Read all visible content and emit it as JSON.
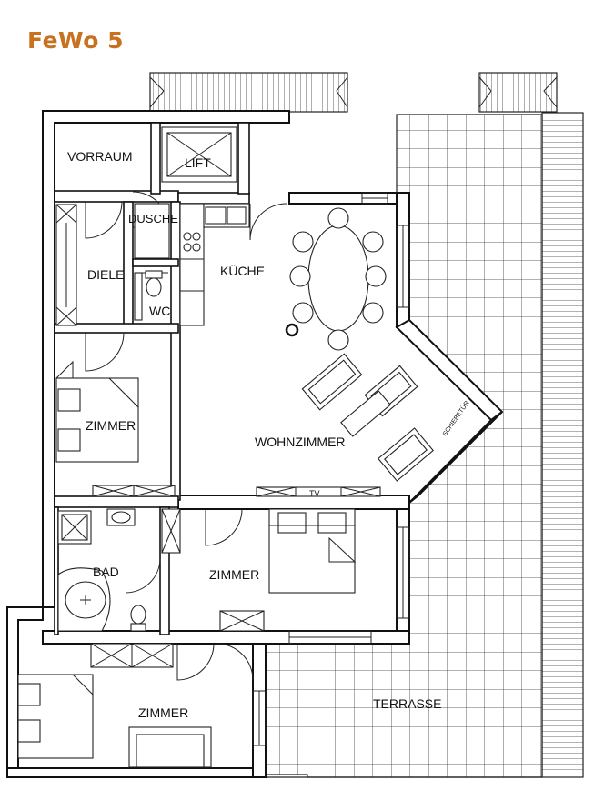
{
  "header": {
    "title": "FeWo 5",
    "title_color": "#c8711f"
  },
  "rooms": {
    "vorraum": "VORRAUM",
    "lift": "LIFT",
    "dusche": "DUSCHE",
    "diele": "DIELE",
    "wc": "WC",
    "kueche": "KÜCHE",
    "zimmer_1": "ZIMMER",
    "wohnzimmer": "WOHNZIMMER",
    "tv": "TV",
    "schiebetuer": "SCHIEBETÜR",
    "bad": "BAD",
    "zimmer_2": "ZIMMER",
    "zimmer_3": "ZIMMER",
    "terrasse": "TERRASSE"
  },
  "colors": {
    "wall": "#111111",
    "background": "#ffffff"
  }
}
